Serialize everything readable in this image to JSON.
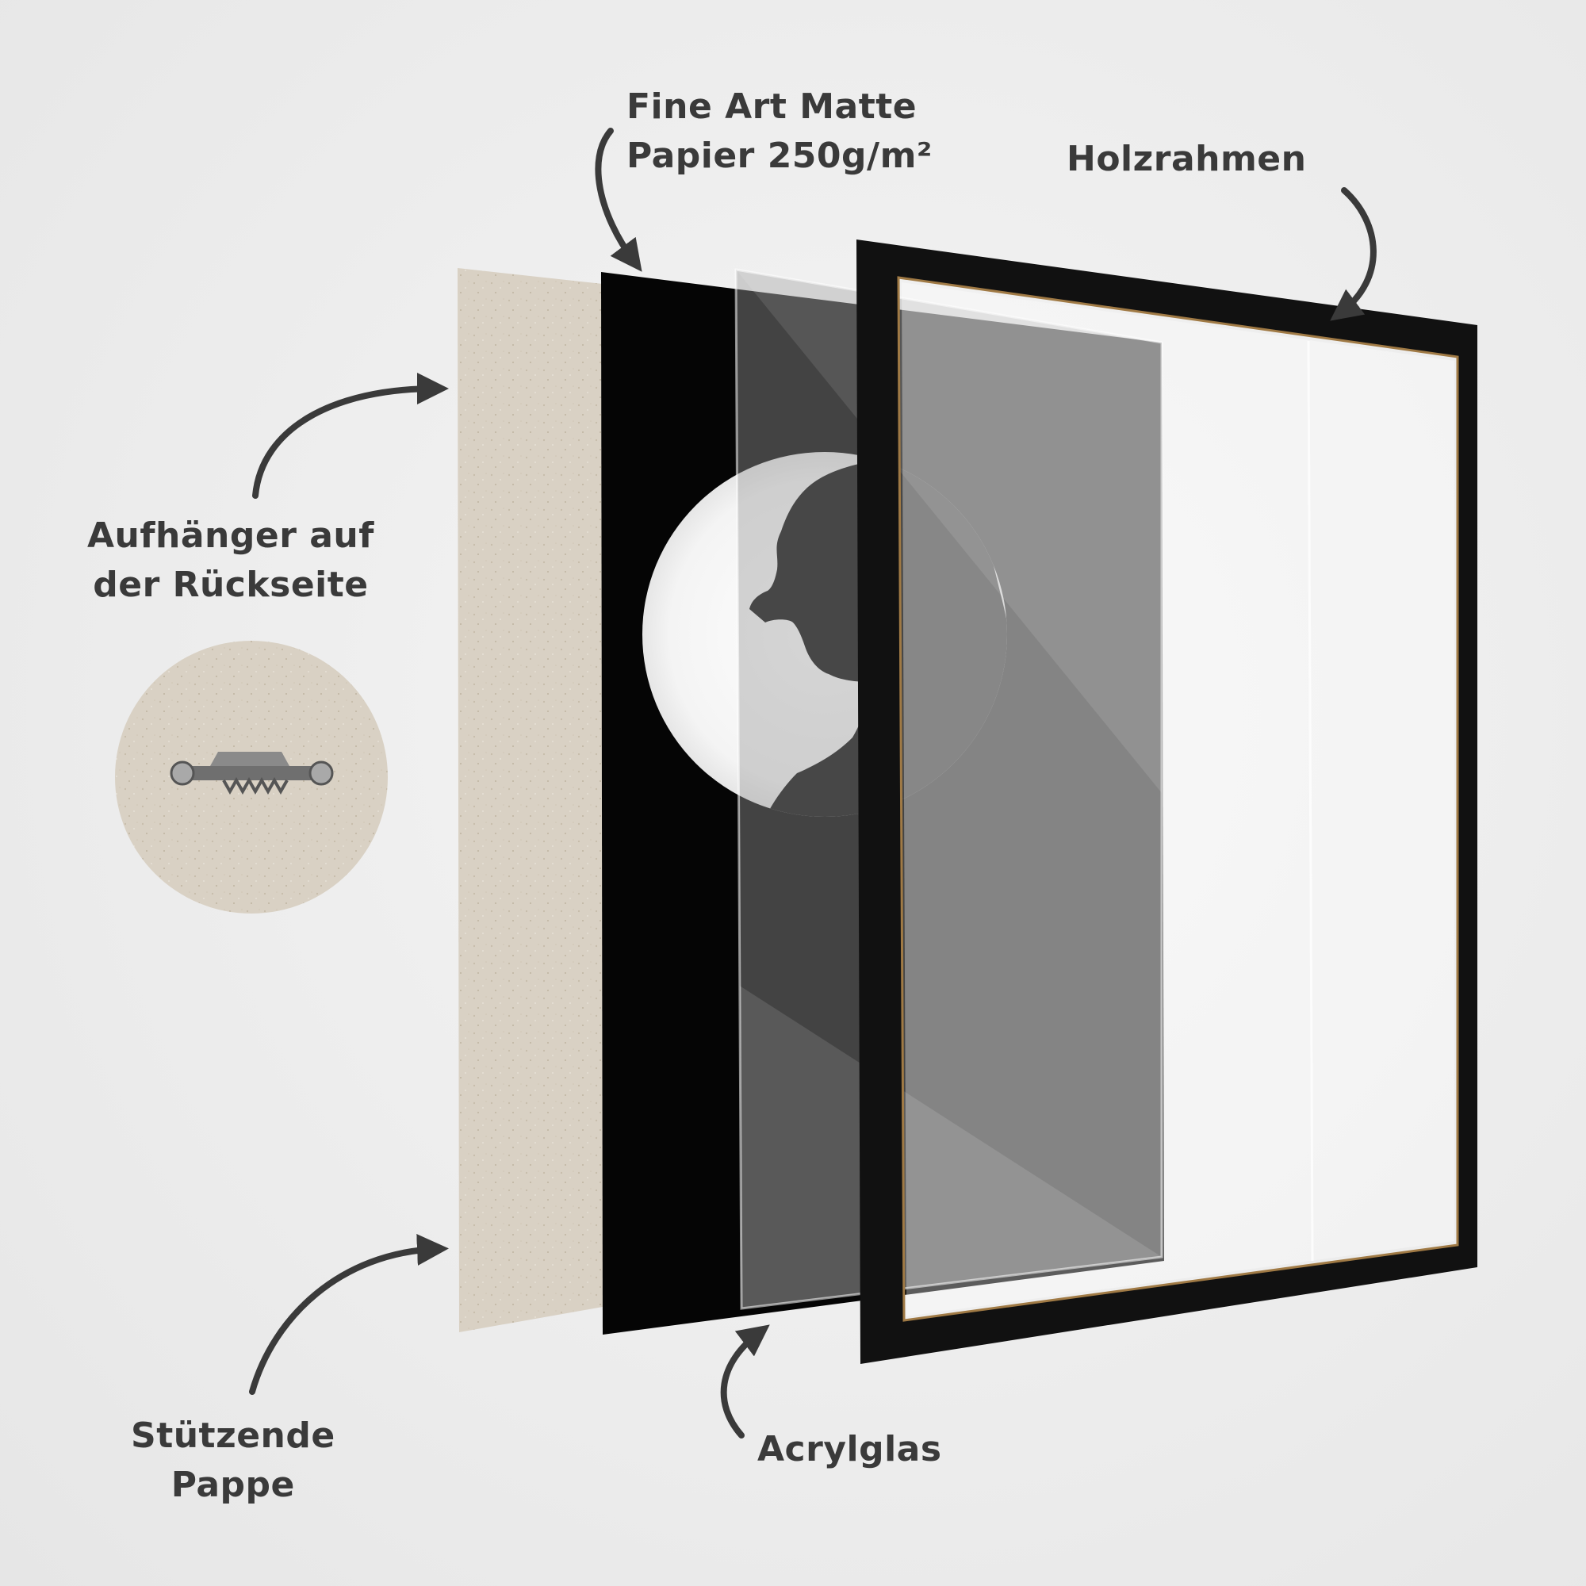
{
  "labels": {
    "paper": {
      "line1": "Fine Art Matte",
      "line2": "Papier 250g/m²"
    },
    "frame": {
      "line1": "Holzrahmen"
    },
    "hanger": {
      "line1": "Aufhänger auf",
      "line2": "der Rückseite"
    },
    "backing": {
      "line1": "Stützende",
      "line2": "Pappe"
    },
    "glass": {
      "line1": "Acrylglas"
    }
  },
  "colors": {
    "background": "#eeeeee",
    "text": "#3a3a3a",
    "cardboard": "#d8d0c3",
    "paper_black": "#050505",
    "frame": "#111111",
    "frame_inner_edge": "#a07a45"
  },
  "icons": [
    "curved-arrow-icon",
    "sawtooth-hanger-icon",
    "woman-silhouette-icon"
  ]
}
